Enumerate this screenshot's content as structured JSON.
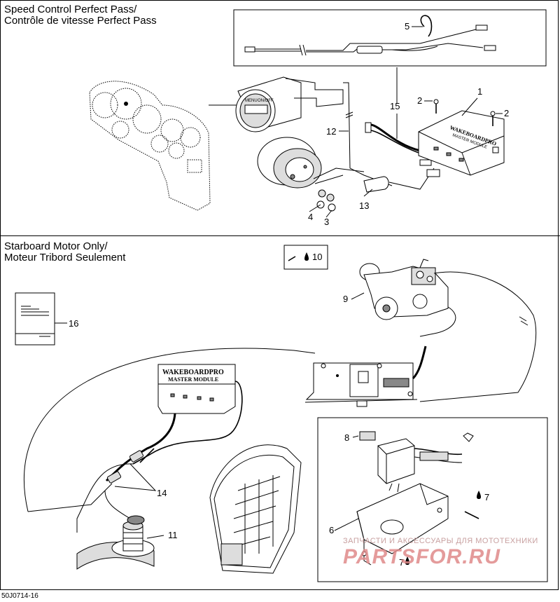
{
  "sections": {
    "top": {
      "title_line1": "Speed Control Perfect Pass/",
      "title_line2": "Contrôle de vitesse Perfect Pass"
    },
    "bottom": {
      "title_line1": "Starboard Motor Only/",
      "title_line2": "Moteur Tribord Seulement"
    }
  },
  "callouts": {
    "c1": "1",
    "c2a": "2",
    "c2b": "2",
    "c3": "3",
    "c4": "4",
    "c5": "5",
    "c6": "6",
    "c7a": "7",
    "c7b": "7",
    "c8": "8",
    "c9": "9",
    "c10": "10",
    "c11": "11",
    "c12": "12",
    "c13": "13",
    "c14": "14",
    "c15": "15",
    "c16": "16"
  },
  "module_labels": {
    "brand": "WAKEBOARDPRO",
    "name": "MASTER MODULE",
    "gauge_menu": "MENU",
    "gauge_onoff": "ON/OFF"
  },
  "footer": {
    "code": "50J0714-16"
  },
  "watermark": {
    "text": "ЗАПЧАСТИ И АКСЕССУАРЫ ДЛЯ МОТОТЕХНИКИ",
    "brand": "PARTSFOR.RU"
  }
}
